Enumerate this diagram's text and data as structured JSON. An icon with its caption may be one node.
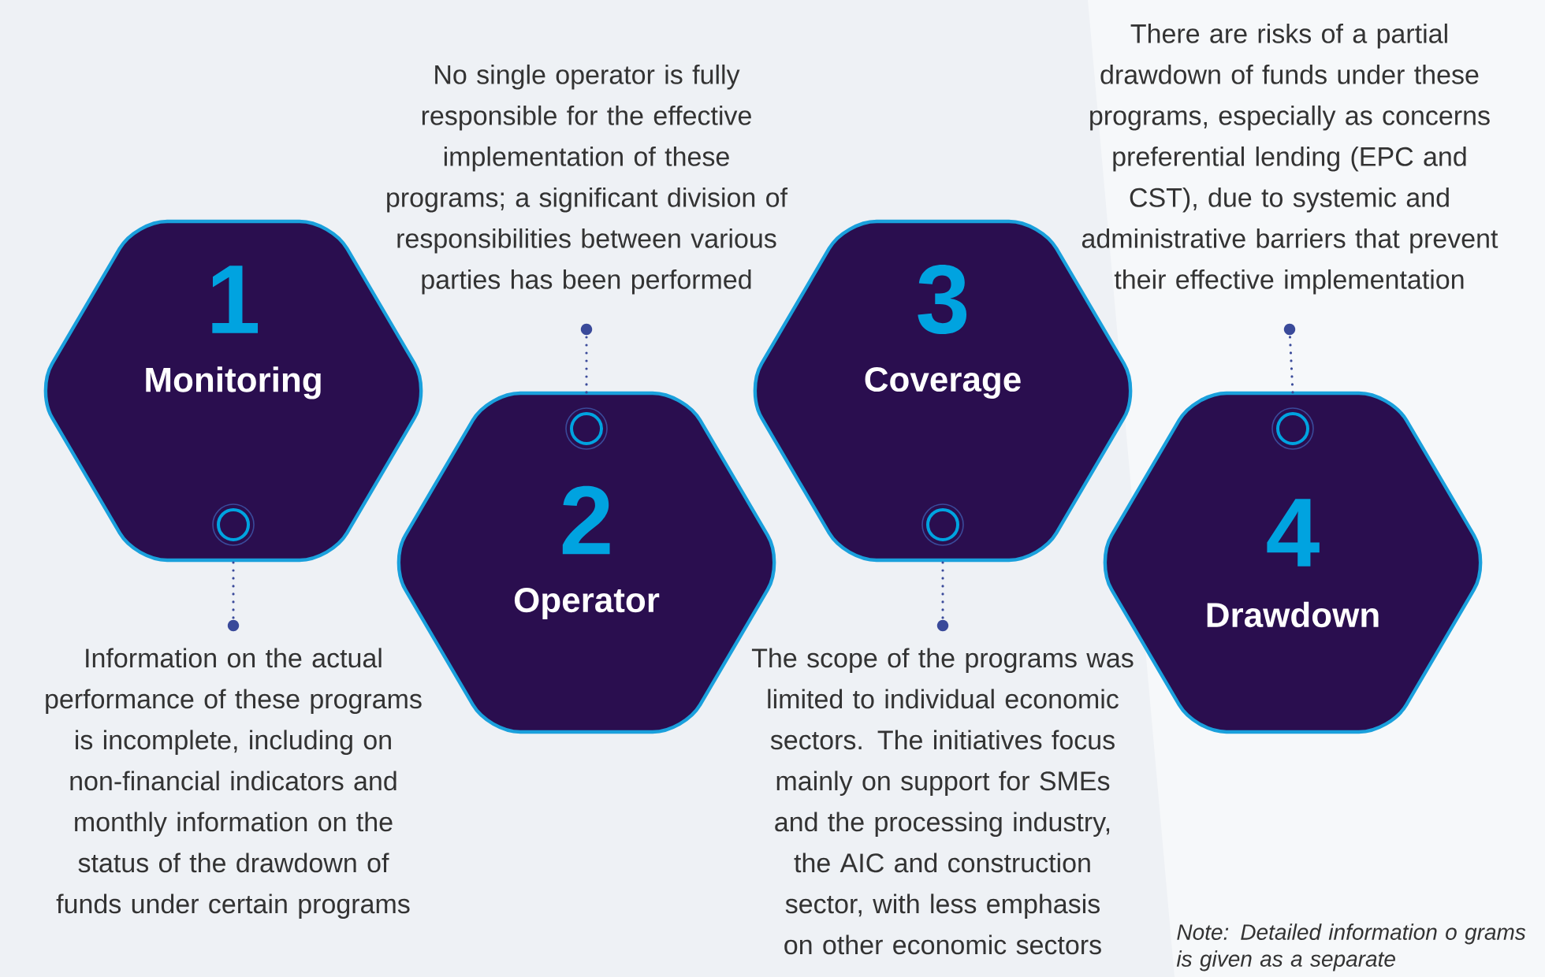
{
  "diagram": {
    "nodes": [
      {
        "text": [
          "1",
          "Monitoring"
        ]
      },
      {
        "text": [
          "2",
          "Operator"
        ]
      },
      {
        "text": [
          "3",
          "Coverage"
        ]
      },
      {
        "text": [
          "4",
          "Drawdown"
        ]
      },
      {
        "text": [
          "Information on the actual performance of these programs is incomplete, including on non-financial indicators and monthly information on the status of the drawdown of funds under certain programs"
        ]
      },
      {
        "text": [
          "No single operator is fully responsible for the effective implementation of these programs; a significant division of responsibilities between various parties has been performed"
        ]
      },
      {
        "text": [
          "The scope of the programs was limited to individual economic sectors. The initiatives focus mainly on support for SMEs and the processing industry, the AIC and construction sector, with less emphasis on other economic sectors"
        ]
      },
      {
        "text": [
          "There are risks of a partial drawdown of funds under these programs, especially as concerns preferential lending (EPC and CST), due to systemic and administrative barriers that prevent their effective implementation"
        ]
      }
    ],
    "edges": [
      {
        "from": 4,
        "to": 0,
        "arrow": "other"
      },
      {
        "from": 5,
        "to": 1,
        "arrow": "other"
      },
      {
        "from": 6,
        "to": 2,
        "arrow": "other"
      },
      {
        "from": 7,
        "to": 3,
        "arrow": "other"
      }
    ],
    "labels": [
      "Note: Detailed information o grams is given as a separate"
    ]
  }
}
